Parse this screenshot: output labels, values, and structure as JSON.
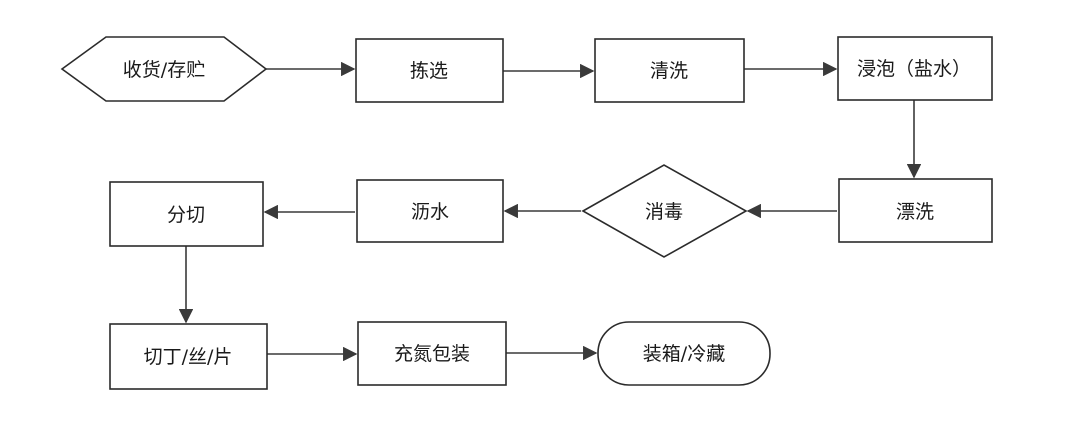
{
  "diagram": {
    "nodes": [
      {
        "id": "receive",
        "label": "收货/存贮"
      },
      {
        "id": "sort",
        "label": "拣选"
      },
      {
        "id": "wash",
        "label": "清洗"
      },
      {
        "id": "soak",
        "label": "浸泡（盐水）"
      },
      {
        "id": "rinse",
        "label": "漂洗"
      },
      {
        "id": "disinfect",
        "label": "消毒"
      },
      {
        "id": "drain",
        "label": "沥水"
      },
      {
        "id": "divide",
        "label": "分切"
      },
      {
        "id": "cut",
        "label": "切丁/丝/片"
      },
      {
        "id": "package",
        "label": "充氮包装"
      },
      {
        "id": "store",
        "label": "装箱/冷藏"
      }
    ]
  }
}
